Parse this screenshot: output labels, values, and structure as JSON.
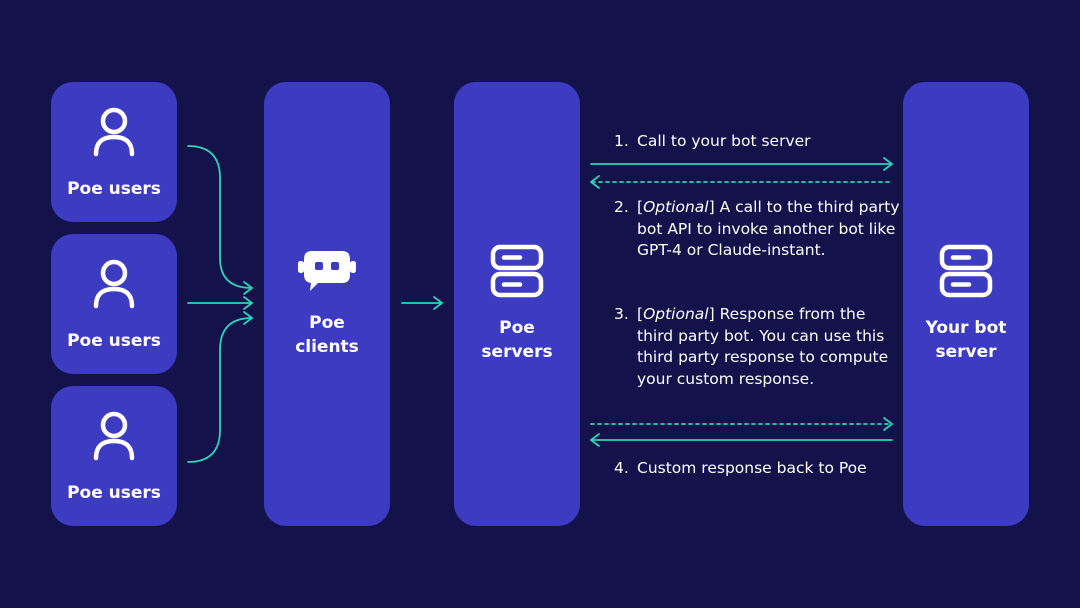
{
  "users": [
    {
      "label": "Poe users"
    },
    {
      "label": "Poe users"
    },
    {
      "label": "Poe users"
    }
  ],
  "clients": {
    "line1": "Poe",
    "line2": "clients"
  },
  "servers": {
    "line1": "Poe",
    "line2": "servers"
  },
  "bot_server": {
    "line1": "Your bot",
    "line2": "server"
  },
  "steps": [
    {
      "num": "1.",
      "text": "Call to your bot server"
    },
    {
      "num": "2.",
      "prefix": "[",
      "optional": "Optional",
      "rest": "] A call to the third party bot API to invoke another bot like GPT-4 or Claude-instant."
    },
    {
      "num": "3.",
      "prefix": "[",
      "optional": "Optional",
      "rest": "] Response from the third party bot. You can use this third party response to compute your custom response."
    },
    {
      "num": "4.",
      "text": "Custom response back to Poe"
    }
  ],
  "colors": {
    "background": "#13124a",
    "box": "#3d3bc2",
    "arrow": "#2ed3b7",
    "text": "#ffffff"
  },
  "icons": {
    "user": "user-icon",
    "bot": "bot-icon",
    "server": "server-icon"
  }
}
